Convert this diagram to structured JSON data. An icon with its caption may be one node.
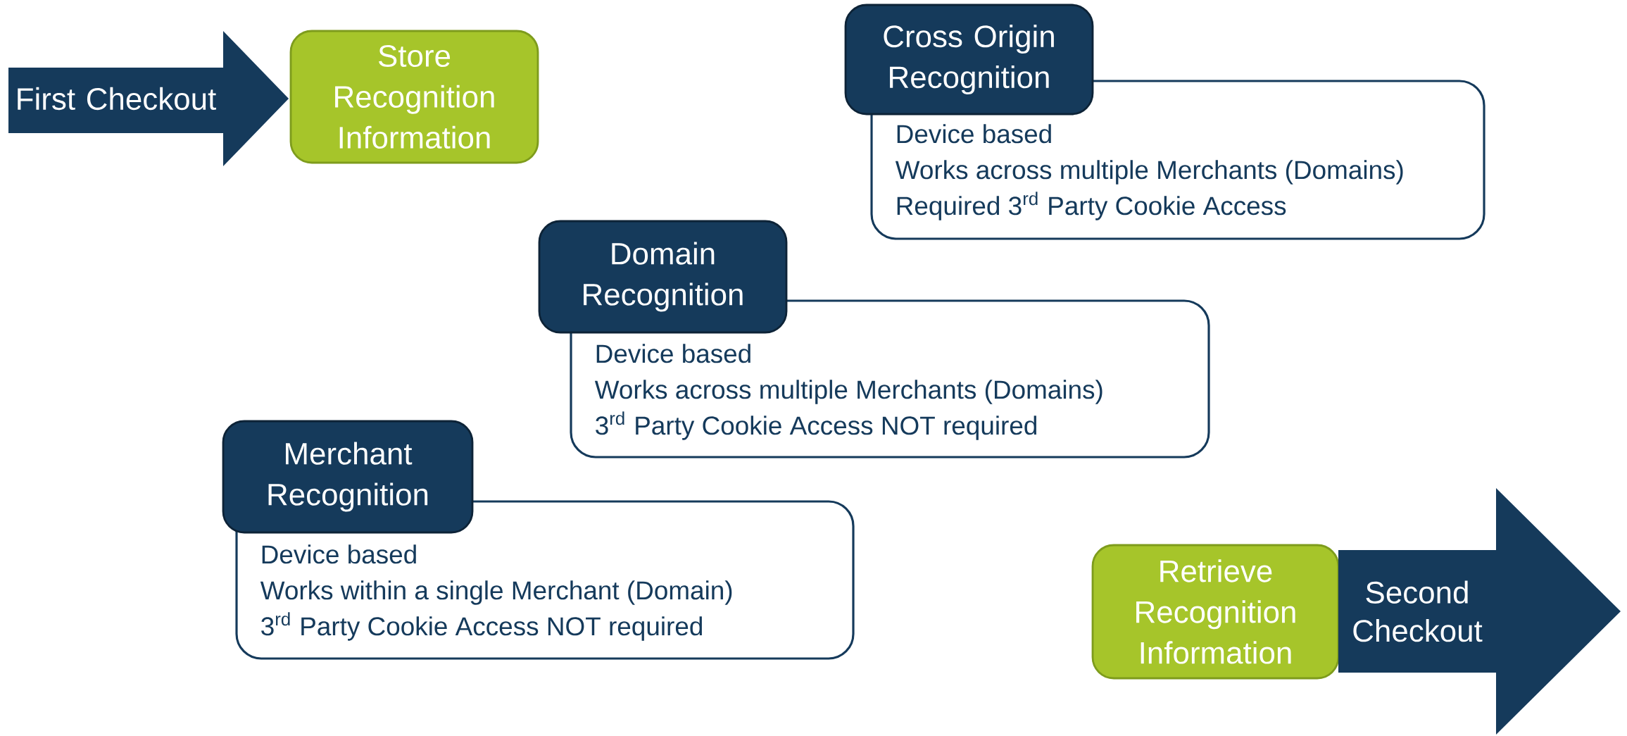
{
  "diagram": {
    "nodes": [
      {
        "text": [
          "First Checkout"
        ]
      },
      {
        "text": [
          "Store Recognition Information"
        ]
      },
      {
        "text": [
          "Cross Origin Recognition"
        ]
      },
      {
        "text": [
          "Device based",
          "Works across multiple Merchants (Domains)",
          "Required 3$^{rd}$ Party Cookie Access"
        ]
      },
      {
        "text": [
          "Domain Recognition"
        ]
      },
      {
        "text": [
          "Device based",
          "Works across multiple Merchants (Domains)",
          "3$^{rd}$ Party Cookie Access NOT required"
        ]
      },
      {
        "text": [
          "Merchant Recognition"
        ]
      },
      {
        "text": [
          "Device based",
          "Works within a single Merchant (Domain)",
          "3$^{rd}$ Party Cookie Access NOT required"
        ]
      },
      {
        "text": [
          "Retrieve Recognition Information"
        ]
      },
      {
        "text": [
          "Second Checkout"
        ]
      }
    ]
  }
}
